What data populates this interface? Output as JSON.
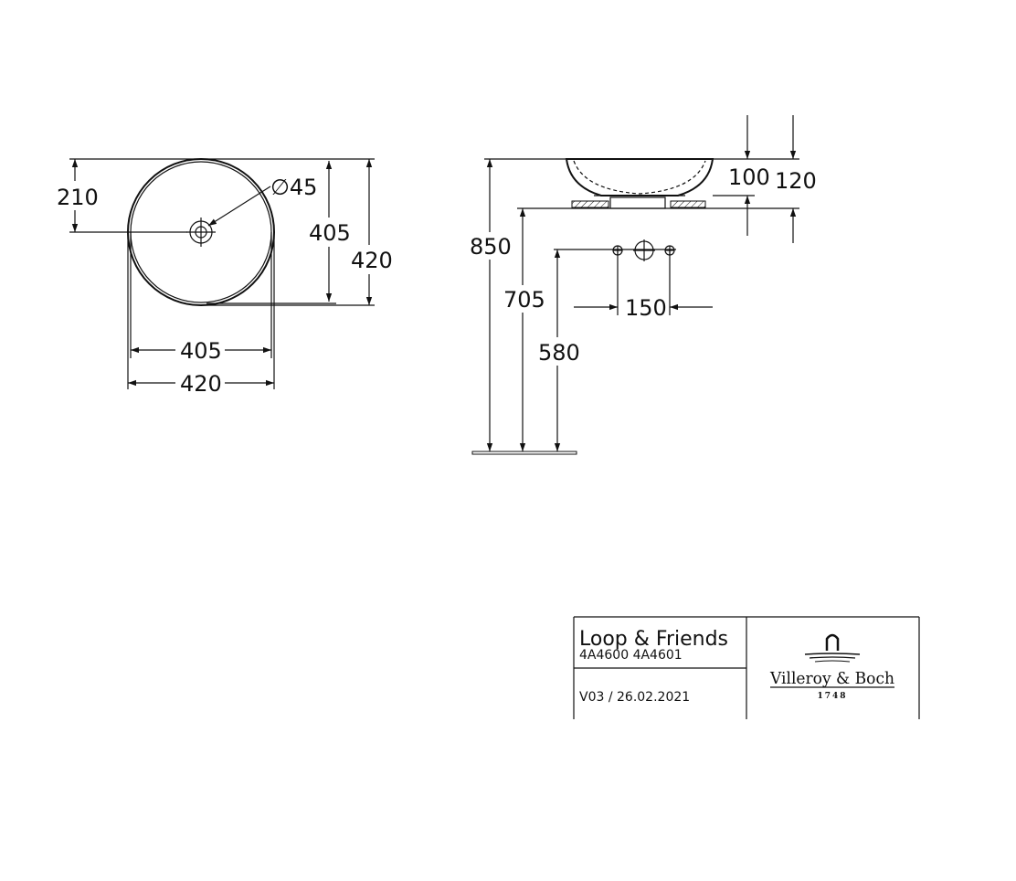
{
  "top_view": {
    "dim_210": "210",
    "dim_hole": "∅45",
    "dim_405_vertical": "405",
    "dim_420_vertical": "420",
    "dim_405_horizontal": "405",
    "dim_420_horizontal": "420"
  },
  "side_view": {
    "dim_850": "850",
    "dim_705": "705",
    "dim_580": "580",
    "dim_100": "100",
    "dim_120": "120",
    "dim_150": "150"
  },
  "title_block": {
    "product_name": "Loop & Friends",
    "article_numbers": "4A4600 4A4601",
    "version_date": "V03 / 26.02.2021",
    "brand_name": "Villeroy & Boch",
    "brand_year": "1748"
  }
}
